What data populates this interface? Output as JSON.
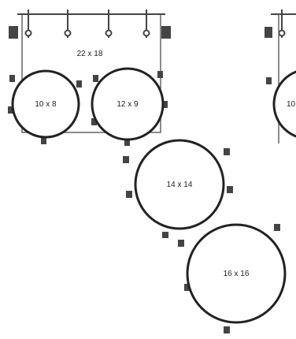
{
  "kit_a": {
    "bass_drum": {
      "label": "22 x 18"
    },
    "tom_1": {
      "label": "10 x 8"
    },
    "tom_2": {
      "label": "12 x 9"
    },
    "floor_tom_1": {
      "label": "14 x 14"
    },
    "floor_tom_2": {
      "label": "16 x 16"
    }
  },
  "kit_b": {
    "tom_1": {
      "label": "10"
    }
  },
  "colors": {
    "outline": "#222222",
    "hardware": "#444444",
    "background": "#ffffff"
  }
}
